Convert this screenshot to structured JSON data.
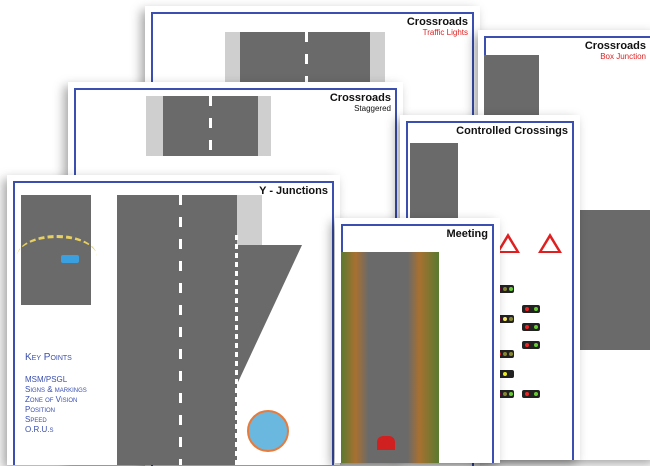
{
  "cards": {
    "traffic_lights": {
      "title": "Crossroads",
      "subtitle": "Traffic Lights"
    },
    "box_junction": {
      "title": "Crossroads",
      "subtitle": "Box Junction"
    },
    "staggered": {
      "title": "Crossroads",
      "subtitle": "Staggered"
    },
    "controlled": {
      "title": "Controlled Crossings"
    },
    "y_junctions": {
      "title": "Y - Junctions",
      "key_points_heading": "Key Points",
      "key_points": [
        "MSM/PSGL",
        "Signs & markings",
        "Zone of Vision",
        "Position",
        "Speed",
        "O.R.U.s"
      ]
    },
    "meeting": {
      "title": "Meeting"
    }
  },
  "colors": {
    "frame": "#3a4fb0",
    "road": "#6a6a6a",
    "subtitle": "#e02020"
  }
}
